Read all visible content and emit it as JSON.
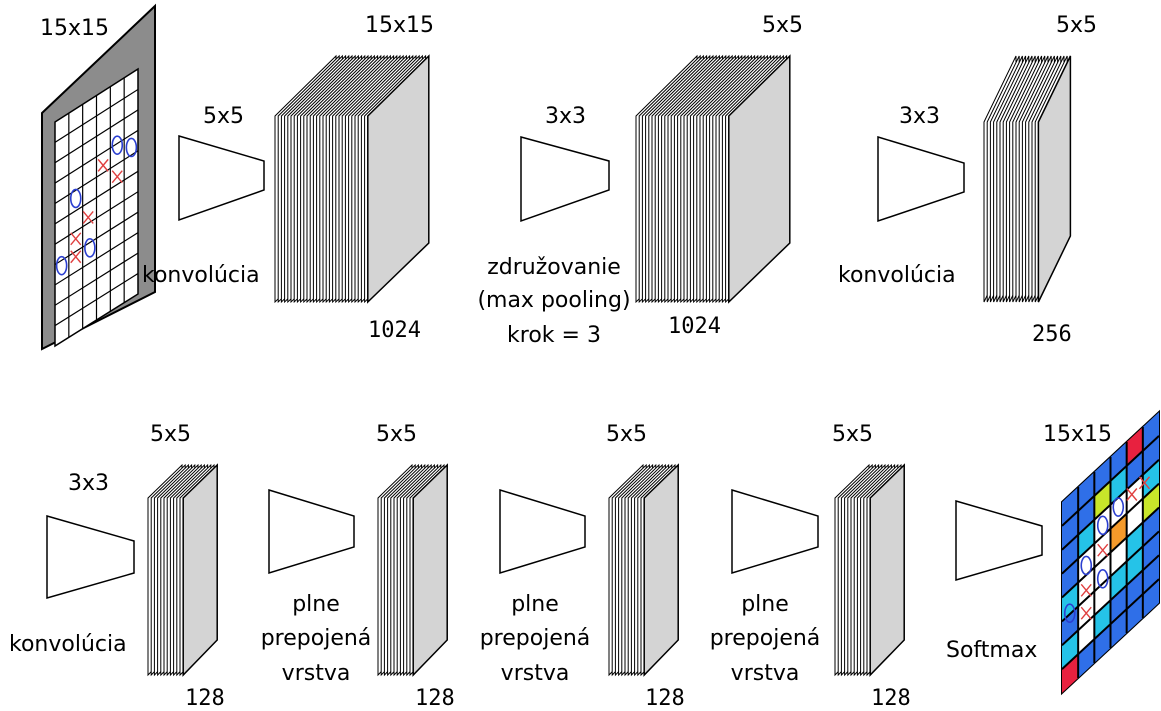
{
  "colors": {
    "sheet_face": "#d4d4d4",
    "sheet_edge": "#000000",
    "board_frame": "#8c8c8c",
    "mark_o": "#2b3fd0",
    "mark_x": "#e04040",
    "heat_blue": "#2f6fe8",
    "heat_cyan": "#25c3e8",
    "heat_yellow": "#c8e62a",
    "heat_orange": "#f59a2a",
    "heat_red": "#e8213f"
  },
  "top_row": {
    "input": {
      "size_label": "15x15"
    },
    "conv1": {
      "kernel_label": "5x5",
      "op_label": "konvolúcia"
    },
    "layer1": {
      "size_label": "15x15",
      "depth_label": "1024"
    },
    "pool": {
      "kernel_label": "3x3",
      "op_lines": [
        "združovanie",
        "(max pooling)",
        "krok = 3"
      ]
    },
    "layer2": {
      "size_label": "5x5",
      "depth_label": "1024"
    },
    "conv2": {
      "kernel_label": "3x3",
      "op_label": "konvolúcia"
    },
    "layer3": {
      "size_label": "5x5",
      "depth_label": "256"
    }
  },
  "bottom_row": {
    "conv3": {
      "kernel_label": "3x3",
      "op_label": "konvolúcia"
    },
    "layers": [
      {
        "size_label": "5x5",
        "depth_label": "128"
      },
      {
        "size_label": "5x5",
        "depth_label": "128"
      },
      {
        "size_label": "5x5",
        "depth_label": "128"
      },
      {
        "size_label": "5x5",
        "depth_label": "128"
      }
    ],
    "fc": [
      {
        "op_lines": [
          "plne",
          "prepojená",
          "vrstva"
        ]
      },
      {
        "op_lines": [
          "plne",
          "prepojená",
          "vrstva"
        ]
      },
      {
        "op_lines": [
          "plne",
          "prepojená",
          "vrstva"
        ]
      }
    ],
    "softmax": {
      "op_label": "Softmax"
    },
    "output": {
      "size_label": "15x15"
    }
  }
}
